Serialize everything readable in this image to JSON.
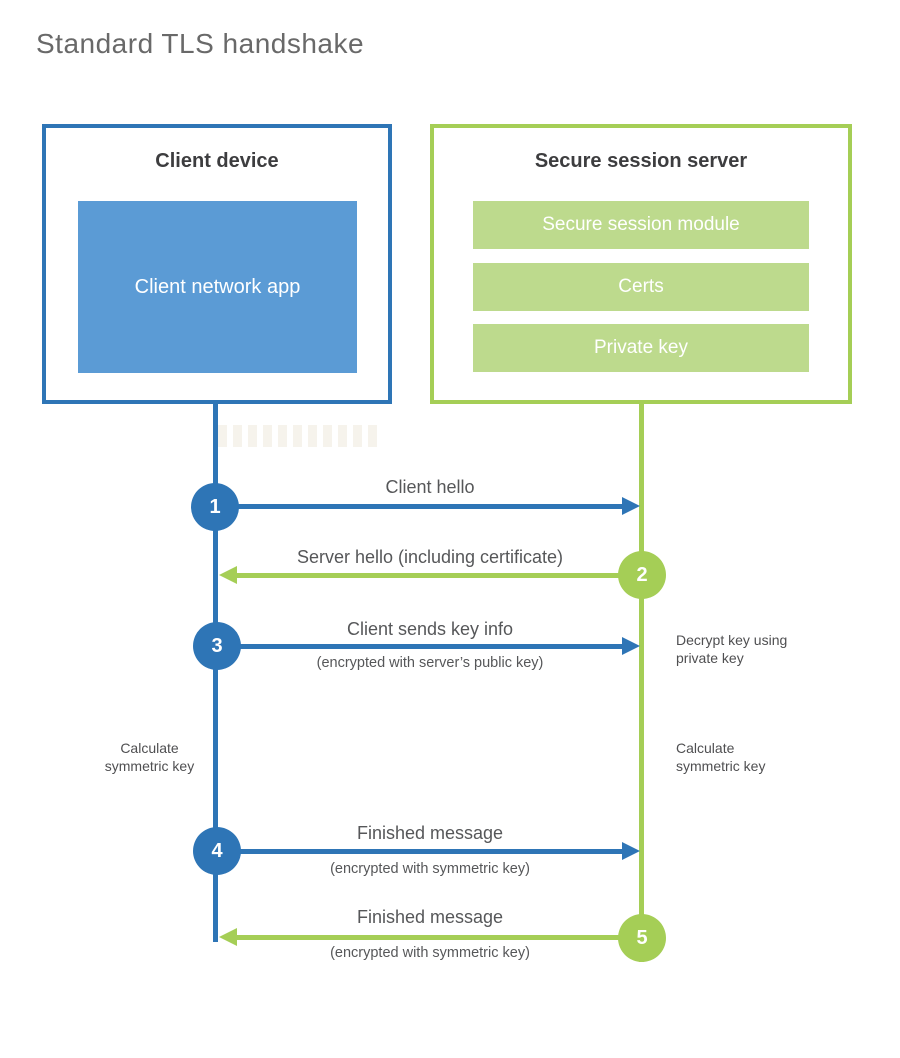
{
  "title": "Standard TLS handshake",
  "colors": {
    "blue": "#2e75b6",
    "blue_fill": "#5b9bd5",
    "green": "#a5ce56",
    "green_fill": "#bdda8d"
  },
  "client_box": {
    "title": "Client device",
    "app_label": "Client network app"
  },
  "server_box": {
    "title": "Secure session server",
    "modules": [
      "Secure session module",
      "Certs",
      "Private key"
    ]
  },
  "steps": [
    {
      "num": "1",
      "label": "Client hello",
      "sub": "",
      "direction": "right",
      "color": "blue"
    },
    {
      "num": "2",
      "label": "Server hello (including certificate)",
      "sub": "",
      "direction": "left",
      "color": "green"
    },
    {
      "num": "3",
      "label": "Client sends key info",
      "sub": "(encrypted with server’s public key)",
      "direction": "right",
      "color": "blue"
    },
    {
      "num": "4",
      "label": "Finished message",
      "sub": "(encrypted with symmetric key)",
      "direction": "right",
      "color": "blue"
    },
    {
      "num": "5",
      "label": "Finished message",
      "sub": "(encrypted with symmetric key)",
      "direction": "left",
      "color": "green"
    }
  ],
  "annotations": {
    "decrypt_line1": "Decrypt key using",
    "decrypt_line2": "private key",
    "calc_left_line1": "Calculate",
    "calc_left_line2": "symmetric key",
    "calc_right_line1": "Calculate",
    "calc_right_line2": "symmetric key"
  }
}
